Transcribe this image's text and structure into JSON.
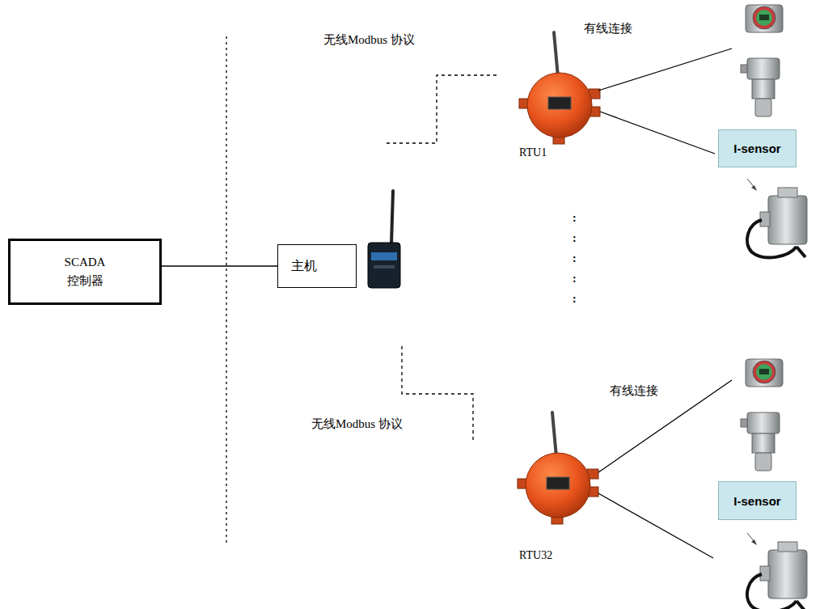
{
  "diagram": {
    "nodes": [
      {
        "text": [
          "SCADA 控制器"
        ]
      },
      {
        "text": [
          "主机"
        ]
      },
      {
        "text": [
          "RTU1"
        ]
      },
      {
        "text": [
          "I-sensor"
        ]
      },
      {
        "text": [
          "RTU32"
        ]
      },
      {
        "text": [
          "I-sensor"
        ]
      }
    ],
    "edges": [
      {
        "from": 0,
        "to": 1,
        "arrow": "none"
      }
    ],
    "labels": [
      "有线连接",
      "无线Modbus 协议",
      ":",
      ":",
      ":",
      ":",
      ":",
      "有线连接",
      "无线Modbus 协议"
    ]
  }
}
